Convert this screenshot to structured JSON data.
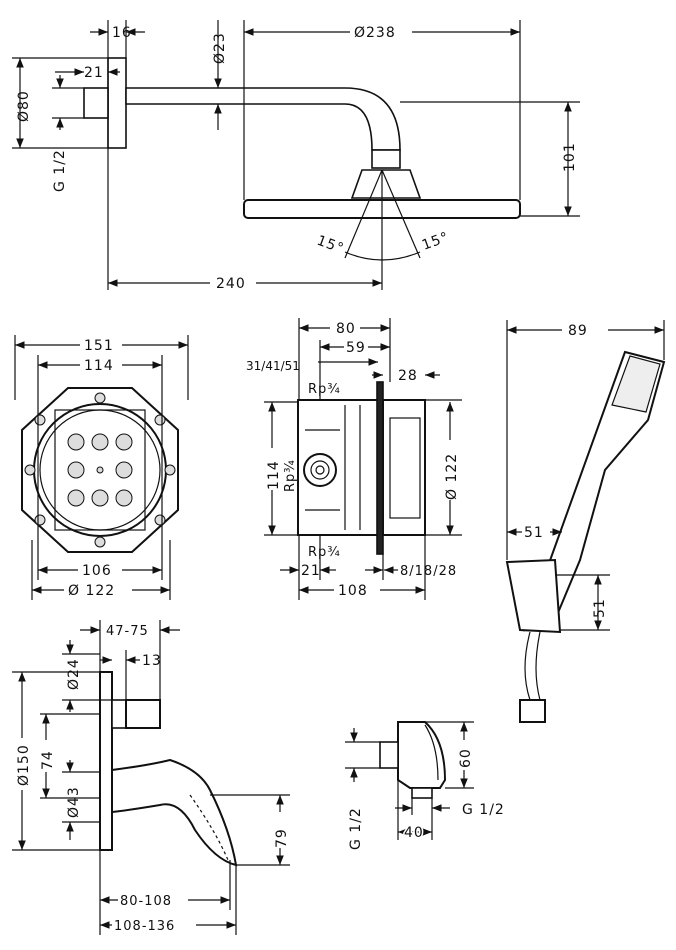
{
  "overhead_shower": {
    "flange_depth": "16",
    "nipple_length": "21",
    "flange_diameter": "Ø80",
    "thread": "G 1/2",
    "arm_diameter": "Ø23",
    "head_diameter": "Ø238",
    "head_drop": "101",
    "tilt_left": "15°",
    "tilt_right": "15°",
    "arm_projection": "240"
  },
  "install_box_front": {
    "outer_width": "151",
    "inner_width": "114",
    "bottom_width": "106",
    "diameter": "Ø 122"
  },
  "install_box_side": {
    "depth": "80",
    "depth_inner": "59",
    "plaster_range": "31/41/51",
    "thread_top": "Rp¾",
    "cover_depth": "28",
    "height": "114",
    "thread_side": "Rp¾",
    "diameter": "Ø 122",
    "thread_bottom": "Rp¾",
    "offset": "21",
    "total_depth": "108",
    "extension_range": "8/18/28"
  },
  "hand_shower": {
    "width": "89",
    "holder_offset": "51",
    "holder_height": "51"
  },
  "mixer": {
    "projection_range": "47-75",
    "escutcheon_spigot": "Ø24",
    "spigot_length": "13",
    "rosette_diameter": "Ø150",
    "spacing": "74",
    "handle_diameter": "Ø43",
    "lever_height": "79",
    "lever_range_1": "80-108",
    "lever_range_2": "108-136"
  },
  "wall_outlet": {
    "height": "60",
    "inlet_thread": "G 1/2",
    "outlet_thread": "G 1/2",
    "width": "40"
  }
}
